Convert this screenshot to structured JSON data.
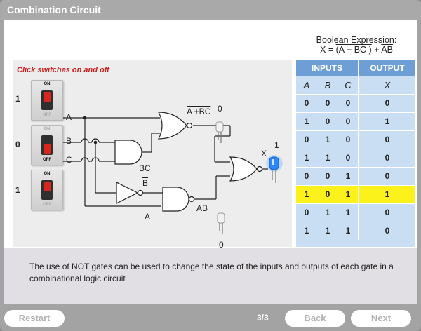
{
  "window": {
    "title": "Combination Circuit"
  },
  "boolean": {
    "heading": "Boolean Expression:",
    "lhs": "X = ",
    "term1": "(A + BC )",
    "plus": " + ",
    "term2": "AB"
  },
  "circuit": {
    "instruction": "Click switches on and off",
    "switches": [
      {
        "name": "A",
        "value": "1",
        "on_label": "ON",
        "off_label": "OFF",
        "state": "on"
      },
      {
        "name": "B",
        "value": "0",
        "on_label": "ON",
        "off_label": "OFF",
        "state": "off"
      },
      {
        "name": "C",
        "value": "1",
        "on_label": "ON",
        "off_label": "OFF",
        "state": "on"
      }
    ],
    "input_labels": {
      "a": "A",
      "b": "B",
      "c": "C"
    },
    "gate_labels": {
      "or_out": "A +BC",
      "and_bc": "BC",
      "not_b": "B",
      "and_a_label": "A",
      "nand_out": "AB"
    },
    "led_values": {
      "led_top": "0",
      "led_bottom": "0",
      "output_name": "X",
      "output_value": "1"
    },
    "colors": {
      "wire": "#222222",
      "led_on": "#2e86ff",
      "led_off": "#e8e8e8"
    }
  },
  "truth_table": {
    "inputs_header": "INPUTS",
    "output_header": "OUTPUT",
    "columns": [
      "A",
      "B",
      "C",
      "X"
    ],
    "rows": [
      [
        "0",
        "0",
        "0",
        "0"
      ],
      [
        "1",
        "0",
        "0",
        "1"
      ],
      [
        "0",
        "1",
        "0",
        "0"
      ],
      [
        "1",
        "1",
        "0",
        "0"
      ],
      [
        "0",
        "0",
        "1",
        "0"
      ],
      [
        "1",
        "0",
        "1",
        "1"
      ],
      [
        "0",
        "1",
        "1",
        "0"
      ],
      [
        "1",
        "1",
        "1",
        "0"
      ]
    ],
    "highlight_row": 5,
    "colors": {
      "header": "#6d9ed6",
      "body": "#c9def3",
      "highlight": "#fbf21b"
    }
  },
  "footer": {
    "text": "The use of NOT gates can be used to change the state of the inputs and outputs of each gate in a combinational logic circuit"
  },
  "nav": {
    "restart": "Restart",
    "page": "3/3",
    "back": "Back",
    "next": "Next"
  }
}
